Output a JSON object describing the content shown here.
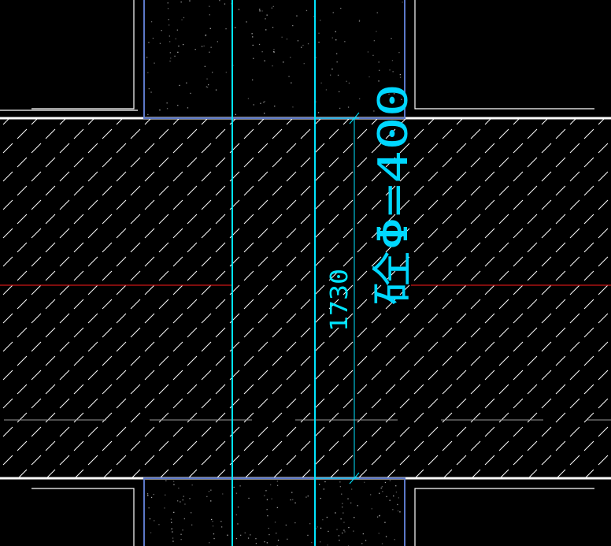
{
  "drawing": {
    "dimension_label": "1730",
    "pipe_label": "砼Φ=400",
    "colors": {
      "background": "#000000",
      "wall": "#ffffff",
      "road_edge": "#ffffff",
      "hatch": "#ffffff",
      "pipe": "#00e5ff",
      "dimension": "#00e5ff",
      "pipe_text": "#00d7ff",
      "centerline": "#cc1515",
      "channel": "#5c78c8"
    },
    "icons": [
      "cad-hatch-pattern",
      "dimension-arrow"
    ]
  }
}
